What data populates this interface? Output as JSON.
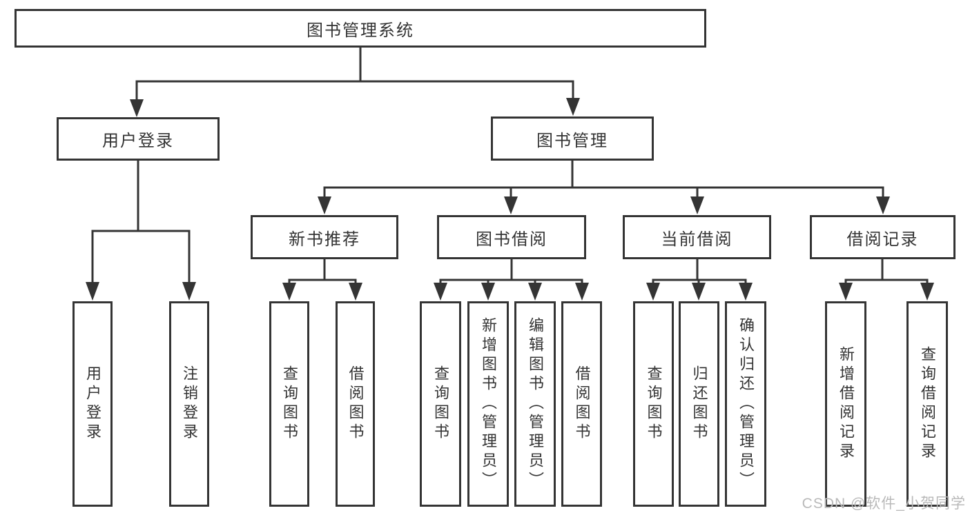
{
  "diagram_type": "hierarchy-tree",
  "tree": {
    "label": "图书管理系统",
    "children": [
      {
        "label": "用户登录",
        "children": [
          {
            "label": "用户登录"
          },
          {
            "label": "注销登录"
          }
        ]
      },
      {
        "label": "图书管理",
        "children": [
          {
            "label": "新书推荐",
            "children": [
              {
                "label": "查询图书"
              },
              {
                "label": "借阅图书"
              }
            ]
          },
          {
            "label": "图书借阅",
            "children": [
              {
                "label": "查询图书"
              },
              {
                "label": "新增图书（管理员）"
              },
              {
                "label": "编辑图书（管理员）"
              },
              {
                "label": "借阅图书"
              }
            ]
          },
          {
            "label": "当前借阅",
            "children": [
              {
                "label": "查询图书"
              },
              {
                "label": "归还图书"
              },
              {
                "label": "确认归还（管理员）"
              }
            ]
          },
          {
            "label": "借阅记录",
            "children": [
              {
                "label": "新增借阅记录"
              },
              {
                "label": "查询借阅记录"
              }
            ]
          }
        ]
      }
    ]
  },
  "watermark": {
    "text": "CSDN @软件_小贺同学"
  },
  "colors": {
    "line": "#343434",
    "text": "#333333",
    "box_bg": "#ffffff",
    "watermark": "#b9b9b9"
  }
}
